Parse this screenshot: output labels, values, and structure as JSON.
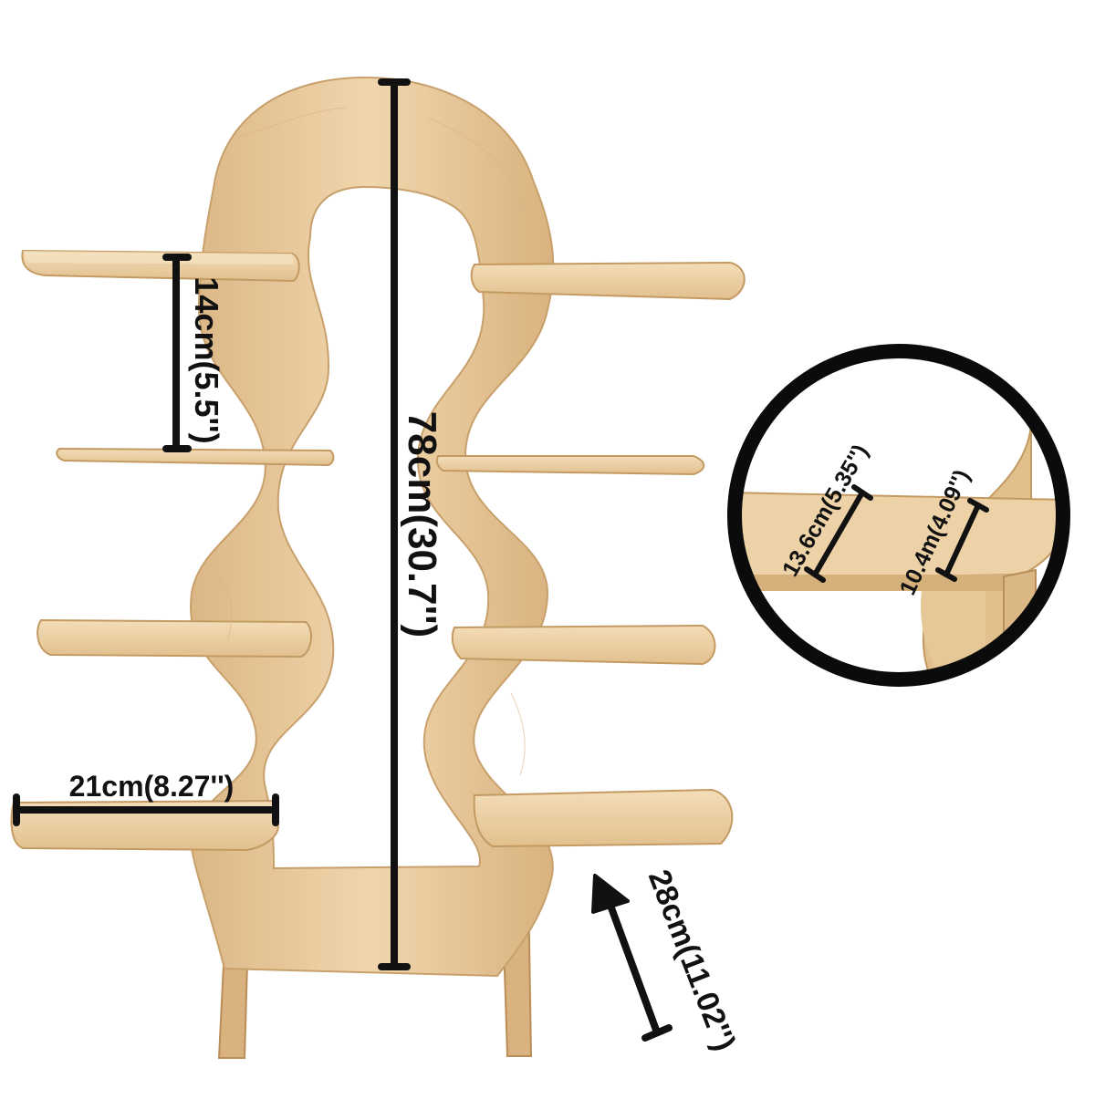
{
  "image": {
    "subject": "wooden-wavy-shelf-with-dimensions",
    "colors": {
      "wood": "#e8c99a",
      "wood_light": "#f1d9b1",
      "wood_shadow": "#c9a06c",
      "ply_edge": "#d6b07a",
      "ink": "#111111",
      "background": "#ffffff"
    }
  },
  "dimensions": {
    "height": "78cm(30.7'')",
    "shelf_gap": "14cm(5.5'')",
    "shelf_width": "21cm(8.27'')",
    "depth": "28cm(11.02'')"
  },
  "detail": {
    "shelf_depth_front": "13.6cm(5.35'')",
    "shelf_depth_back": "10.4m(4.09'')"
  }
}
